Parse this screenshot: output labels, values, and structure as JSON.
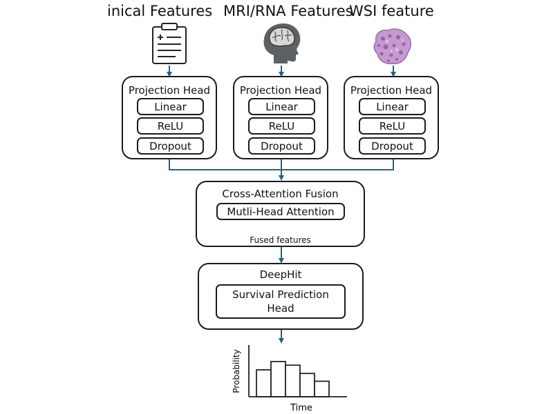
{
  "inputs": [
    {
      "title": "inical Features",
      "icon": "clipboard-icon"
    },
    {
      "title": "MRI/RNA Features",
      "icon": "head-brain-icon"
    },
    {
      "title": "WSI feature",
      "icon": "tissue-slide-icon"
    }
  ],
  "projection_heads": [
    {
      "title": "Projection Head",
      "layers": [
        "Linear",
        "ReLU",
        "Dropout"
      ]
    },
    {
      "title": "Projection Head",
      "layers": [
        "Linear",
        "ReLU",
        "Dropout"
      ]
    },
    {
      "title": "Projection Head",
      "layers": [
        "Linear",
        "ReLU",
        "Dropout"
      ]
    }
  ],
  "fusion": {
    "title": "Cross-Attention Fusion",
    "layer": "Mutli-Head Attention",
    "output_label": "Fused features"
  },
  "deephit": {
    "title": "DeepHit",
    "layer_line1": "Survival Prediction",
    "layer_line2": "Head"
  },
  "chart_data": {
    "type": "bar",
    "xlabel": "Time",
    "ylabel": "Probability",
    "values": [
      0.52,
      0.68,
      0.61,
      0.45,
      0.3
    ]
  },
  "colors": {
    "arrow": "#2e5f7a",
    "border": "#1a1a1a"
  }
}
